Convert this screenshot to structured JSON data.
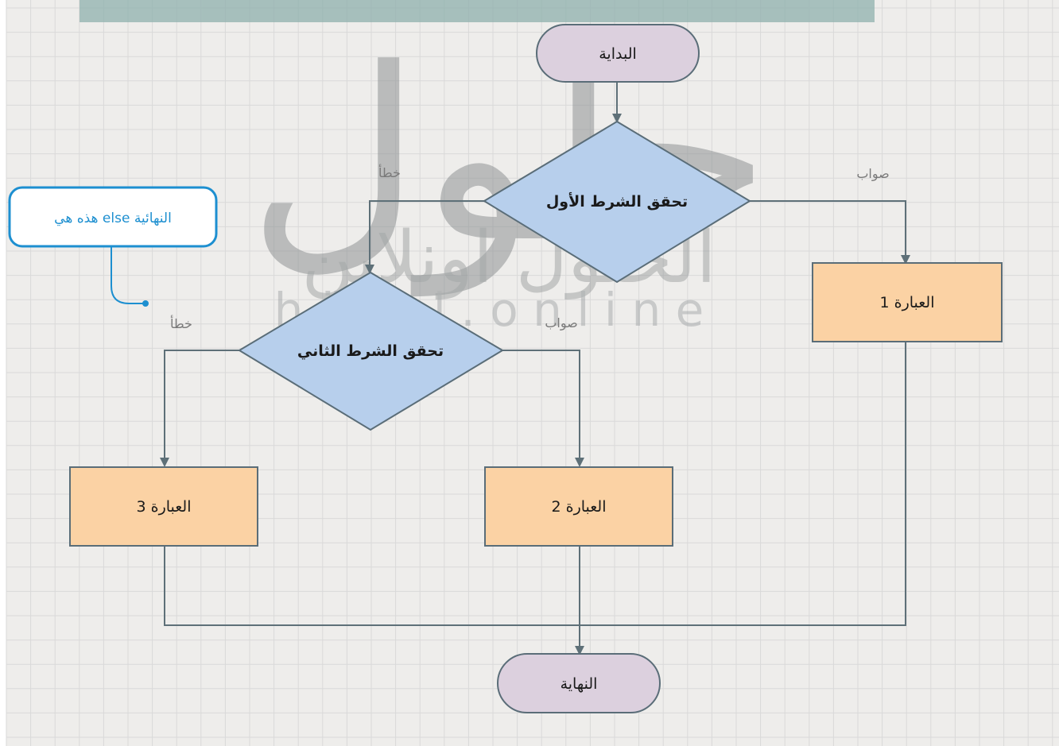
{
  "colors": {
    "grid_background": "#eeedeb",
    "grid_line": "#d9d9d9",
    "terminal_fill": "#dcd0de",
    "decision_fill": "#b7cfec",
    "process_fill": "#fbd2a4",
    "shape_stroke": "#5a6d78",
    "connector": "#5e7078",
    "callout_stroke": "#1d8fd0",
    "callout_text": "#1d8fd0",
    "edge_label": "#7a7a7a",
    "watermark": "#8a8f90",
    "watermark_band": "#8fb0ad"
  },
  "nodes": {
    "start": "البداية",
    "end": "النهاية",
    "condition1": "تحقق الشرط الأول",
    "condition2": "تحقق الشرط الثاني",
    "statement1": "العبارة 1",
    "statement2": "العبارة 2",
    "statement3": "العبارة 3"
  },
  "edge_labels": {
    "cond1_false": "خطأ",
    "cond1_true": "صواب",
    "cond2_false": "خطأ",
    "cond2_true": "صواب"
  },
  "callout": {
    "text": "هذه هي else النهائية"
  },
  "watermark": {
    "logo_text": "حلول",
    "arabic_text": "الحلول اونلاين",
    "latin_text": "h ü l u l . o n l i n e"
  }
}
